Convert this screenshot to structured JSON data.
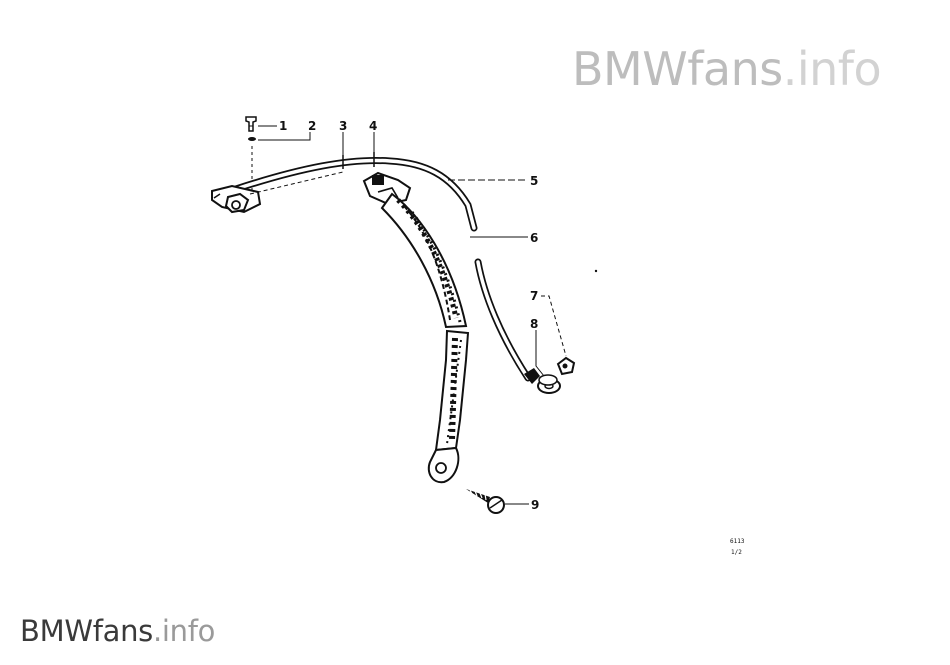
{
  "watermark": {
    "brand": "BMWfans",
    "suffix": ".info"
  },
  "callouts": [
    "1",
    "2",
    "3",
    "4",
    "5",
    "6",
    "7",
    "8",
    "9"
  ],
  "reference": {
    "code": "6113",
    "sheet": "1/2"
  },
  "colors": {
    "ink": "#111111",
    "watermark": "#c4c4c4"
  }
}
